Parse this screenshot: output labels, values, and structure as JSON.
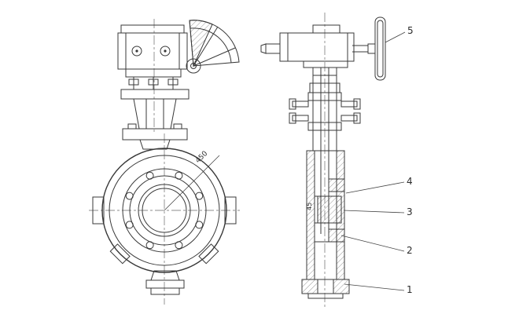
{
  "meta": {
    "background": "#ffffff",
    "line_color": "#383838",
    "centerline_color": "#6a6a6a"
  },
  "callouts": [
    "5",
    "4",
    "3",
    "2",
    "1"
  ],
  "dimensions": {
    "front_diagonal": "450",
    "side_bore": "45"
  }
}
